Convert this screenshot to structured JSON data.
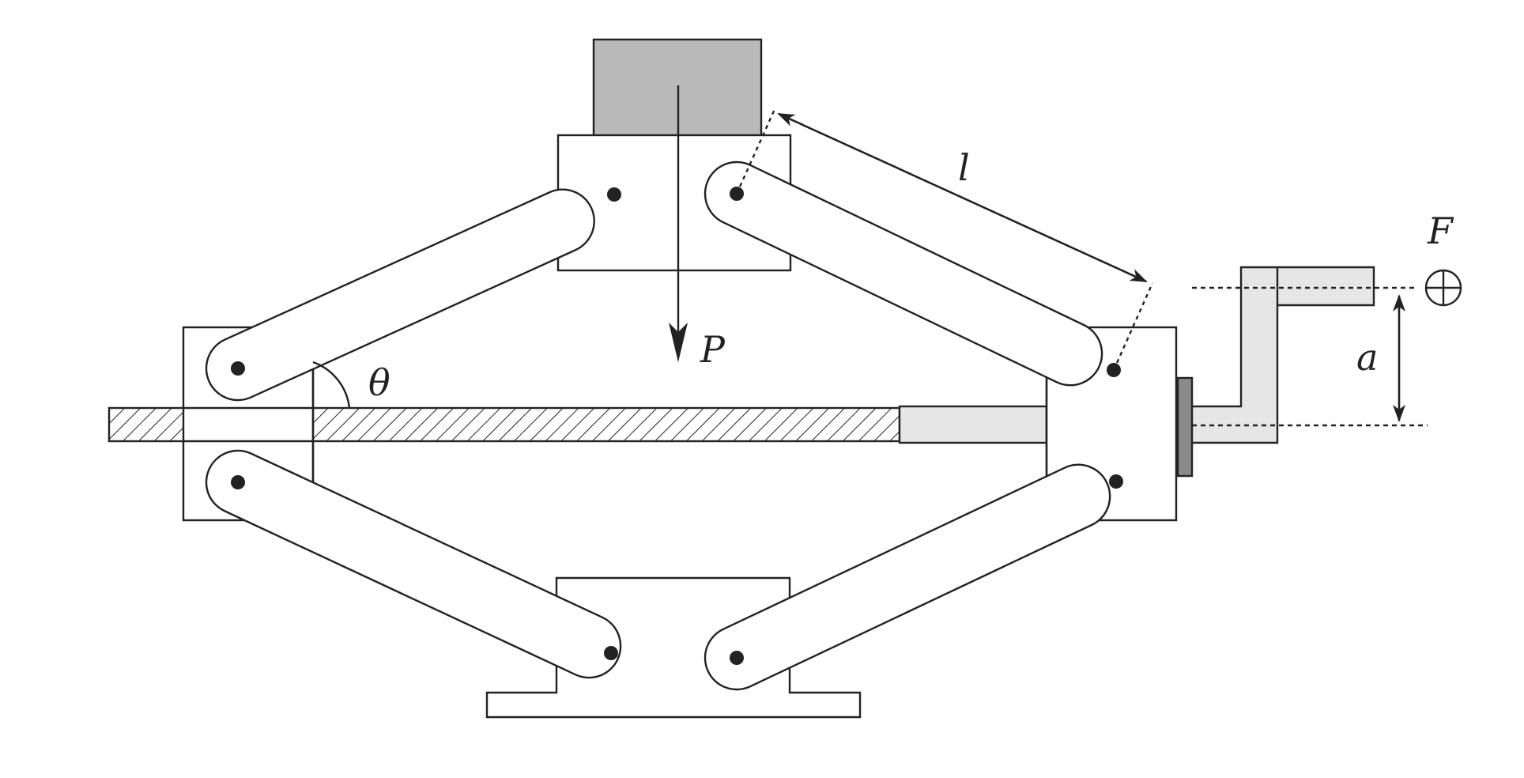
{
  "labels": {
    "load_force": "P",
    "link_length": "l",
    "link_angle": "θ",
    "crank_force": "F",
    "crank_arm": "a"
  },
  "colors": {
    "ink": "#222222",
    "load_block": "#b9b9b9",
    "crank": "#e6e6e6",
    "thrust_collar": "#8a8a8a",
    "background": "#ffffff"
  },
  "symbols": {
    "crank_force_direction": "into-page-circle-cross-icon"
  }
}
